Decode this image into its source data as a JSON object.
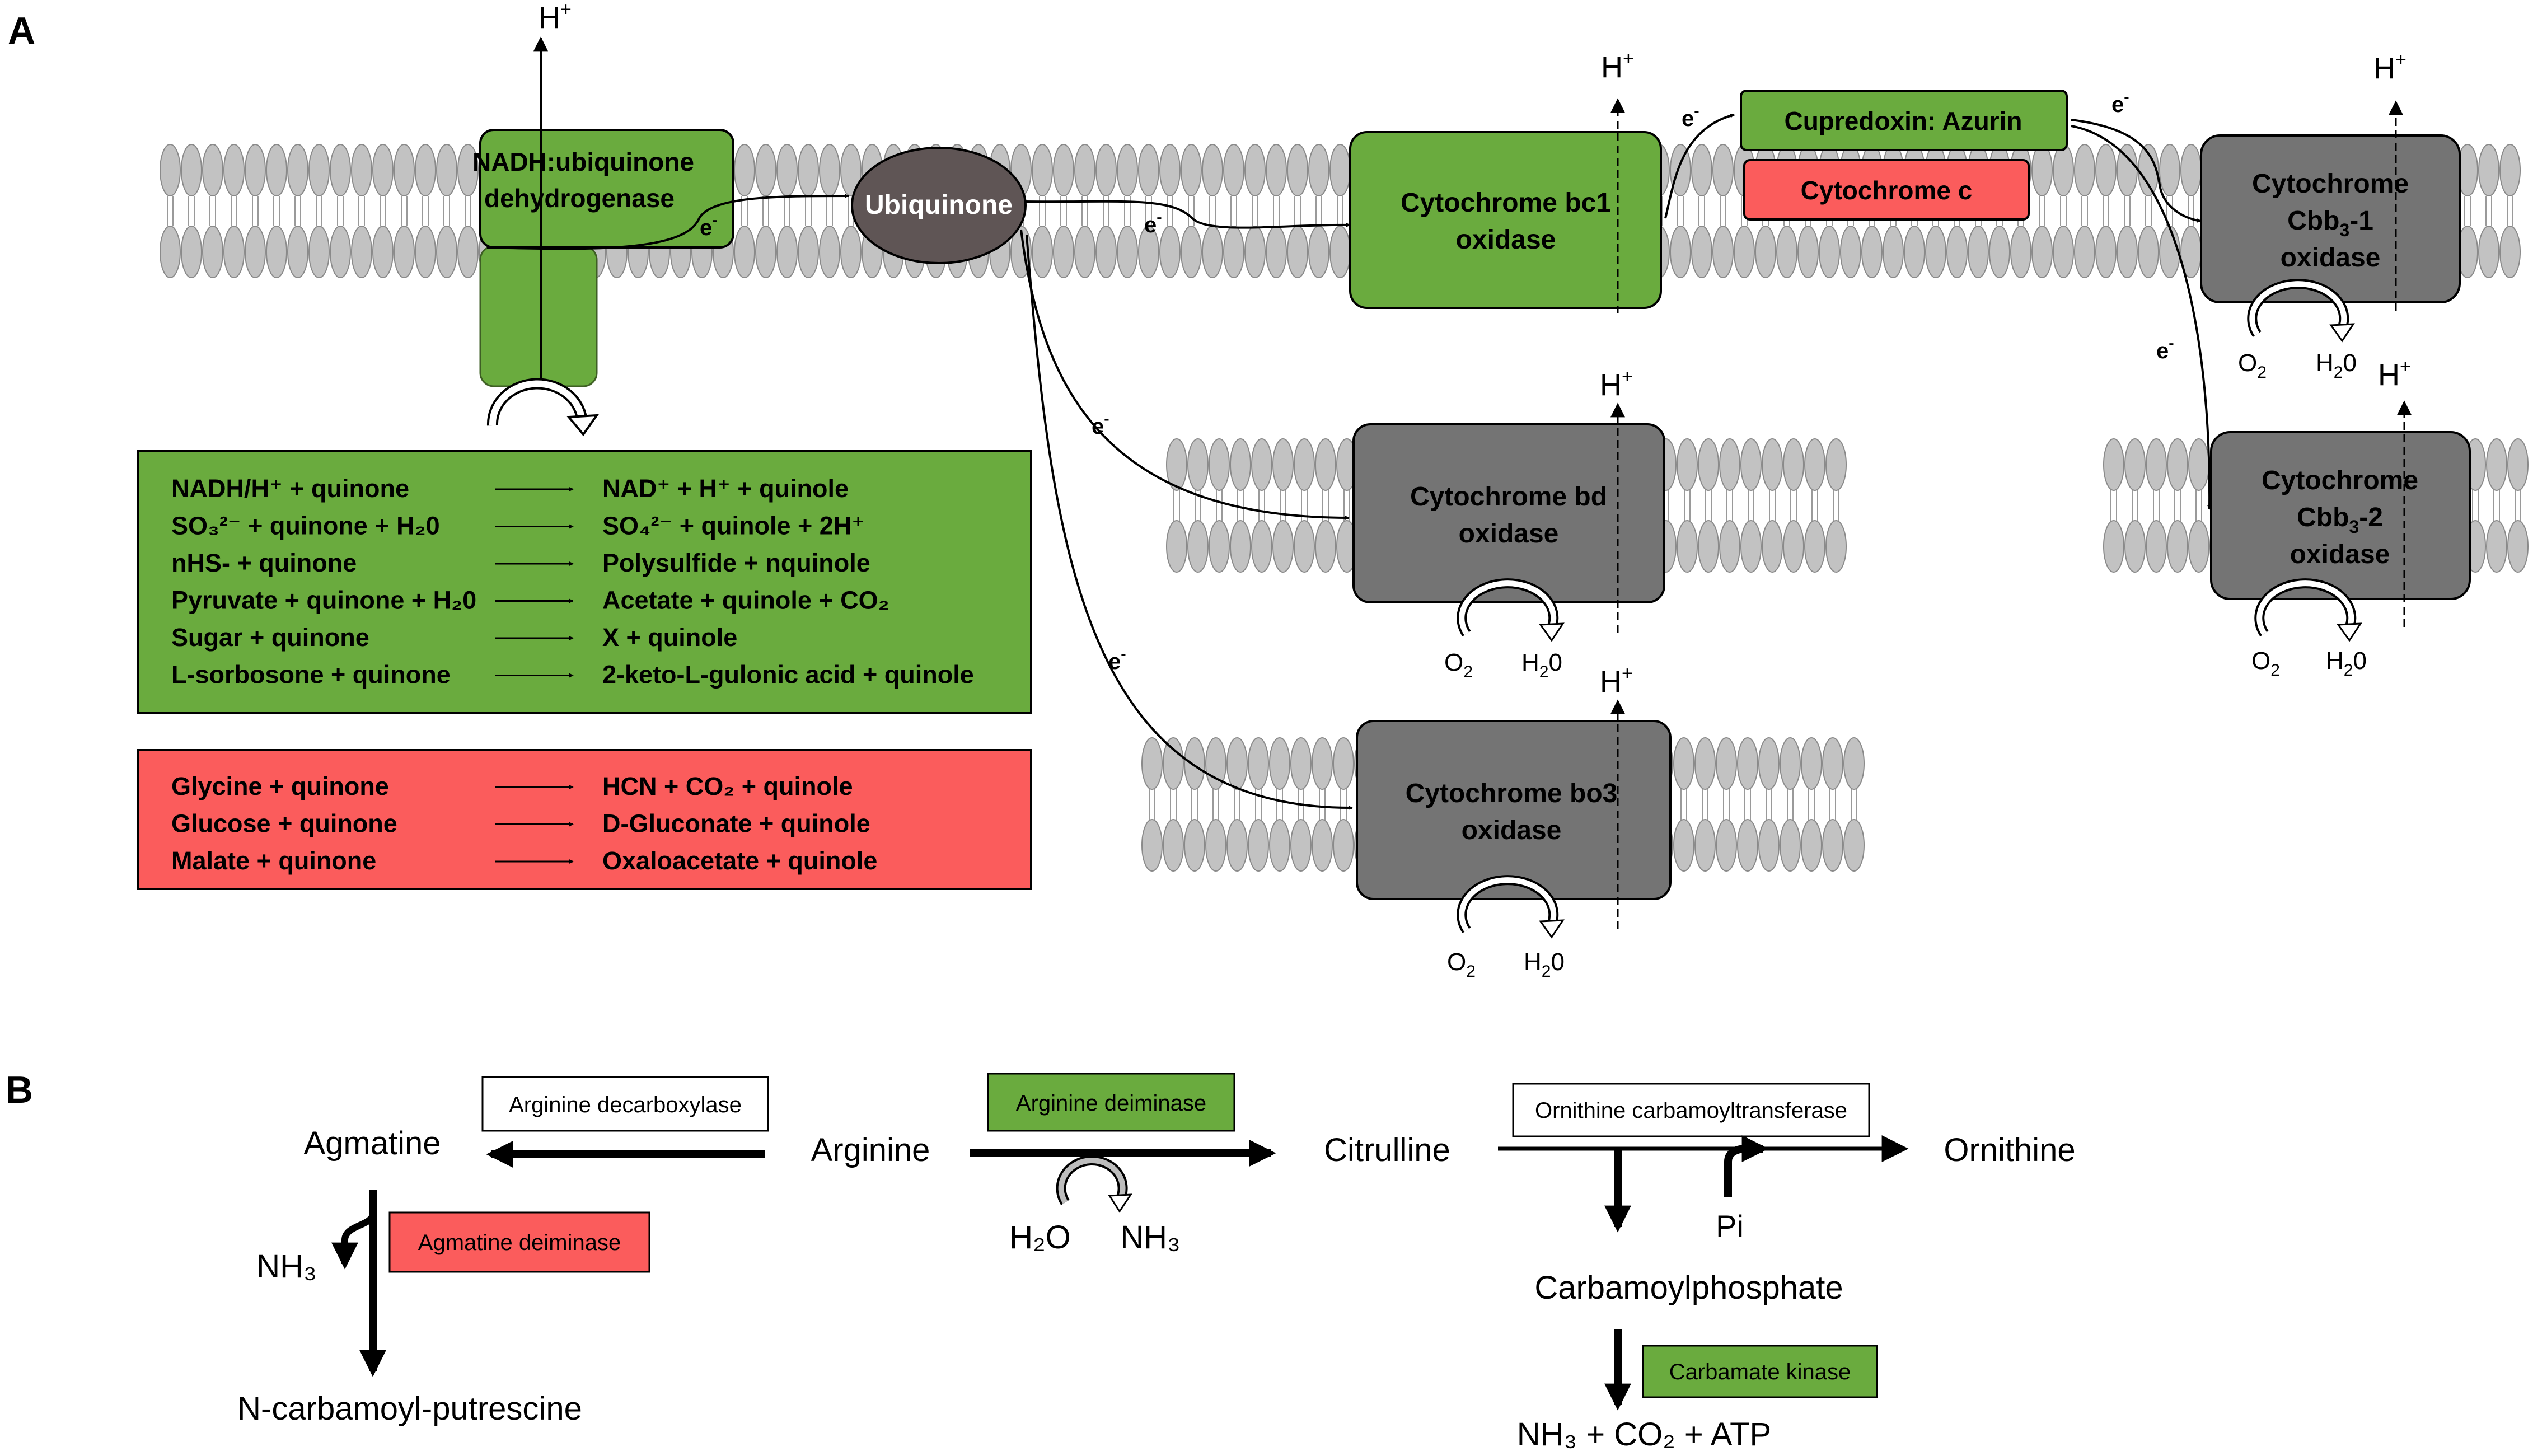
{
  "panels": {
    "a_label": "A",
    "b_label": "B"
  },
  "colors": {
    "green": "#6aab3e",
    "red": "#fb5c5c",
    "gray": "#747474",
    "dark_gray": "#5f5555",
    "lipid": "#c2c2c2",
    "line": "#000000"
  },
  "panel_a": {
    "nadh_dehydrogenase": {
      "line1": "NADH:ubiquinone",
      "line2": "dehydrogenase"
    },
    "ubiquinone": "Ubiquinone",
    "cytochrome_bc1": {
      "line1": "Cytochrome bc1",
      "line2": "oxidase"
    },
    "cupredoxin": "Cupredoxin: Azurin",
    "cytochrome_c": "Cytochrome c",
    "cbb3_1": {
      "line1": "Cytochrome",
      "line2a": "Cbb",
      "sub": "3",
      "line2b": "-1",
      "line3": "oxidase"
    },
    "cbb3_2": {
      "line1": "Cytochrome",
      "line2a": "Cbb",
      "sub": "3",
      "line2b": "-2",
      "line3": "oxidase"
    },
    "cytochrome_bd": {
      "line1": "Cytochrome bd",
      "line2": "oxidase"
    },
    "cytochrome_bo3": {
      "line1": "Cytochrome bo3",
      "line2": "oxidase"
    },
    "proton": {
      "base": "H",
      "sup": "+"
    },
    "electron": {
      "base": "e",
      "sup": "-"
    },
    "oxygen": {
      "base": "O",
      "sub": "2"
    },
    "water": {
      "base": "H",
      "sub": "2",
      "tail": "0"
    },
    "green_reactions": [
      {
        "left": "NADH/H⁺ + quinone",
        "right": "NAD⁺ + H⁺ + quinole"
      },
      {
        "left": "SO₃²⁻ + quinone + H₂0",
        "right": "SO₄²⁻ +  quinole + 2H⁺"
      },
      {
        "left": "nHS-  + quinone",
        "right": "Polysulfide + nquinole"
      },
      {
        "left": "Pyruvate + quinone + H₂0",
        "right": "Acetate + quinole + CO₂"
      },
      {
        "left": "Sugar + quinone",
        "right": "X + quinole"
      },
      {
        "left": "L-sorbosone + quinone",
        "right": "2-keto-L-gulonic acid + quinole"
      }
    ],
    "red_reactions": [
      {
        "left": "Glycine + quinone",
        "right": "HCN + CO₂ + quinole"
      },
      {
        "left": "Glucose + quinone",
        "right": "D-Gluconate + quinole"
      },
      {
        "left": "Malate + quinone",
        "right": "Oxaloacetate + quinole"
      }
    ]
  },
  "panel_b": {
    "agmatine": "Agmatine",
    "arginine": "Arginine",
    "citrulline": "Citrulline",
    "ornithine": "Ornithine",
    "n_carbamoyl_putrescine": "N-carbamoyl-putrescine",
    "carbamoylphosphate": "Carbamoylphosphate",
    "pi": "Pi",
    "h2o": "H₂O",
    "nh3": "NH₃",
    "final_products": "NH₃ + CO₂ + ATP",
    "arginine_decarboxylase": "Arginine decarboxylase",
    "arginine_deiminase": "Arginine deiminase",
    "agmatine_deiminase": "Agmatine deiminase",
    "ornithine_carbamoyltransferase": "Ornithine carbamoyltransferase",
    "carbamate_kinase": "Carbamate kinase"
  }
}
